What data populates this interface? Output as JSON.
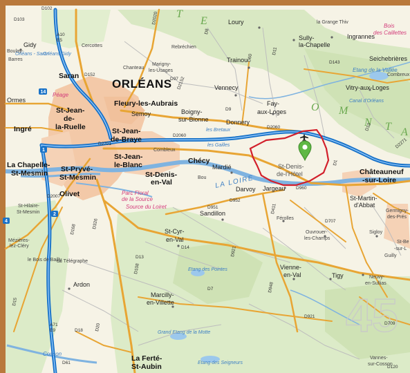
{
  "map": {
    "department_number": "45",
    "marker": {
      "name": "location-pin",
      "color": "#5fb844"
    },
    "airfield_icon": "airplane-icon",
    "highlight_color": "#d21f2b",
    "motorway_color": "#1a73c8",
    "main_road_color": "#e8a534",
    "towns": {
      "orleans": "ORLÉANS",
      "saran": "Saran",
      "fleury": "Fleury-les-Aubrais",
      "stjean_ruelle_1": "St-Jean-",
      "stjean_ruelle_2": "de-",
      "stjean_ruelle_3": "la-Ruelle",
      "stjean_braye_1": "St-Jean-",
      "stjean_braye_2": "de-Braye",
      "stjean_blanc_1": "St-Jean-",
      "stjean_blanc_2": "le-Blanc",
      "stdenis_val_1": "St-Denis-",
      "stdenis_val_2": "en-Val",
      "chapelle_1": "La Chapelle-",
      "chapelle_2": "St-Mesmin",
      "stpryve_1": "St-Pryvé-",
      "stpryve_2": "St-Mesmin",
      "ingre": "Ingré",
      "olivet": "Olivet",
      "checy": "Chécy",
      "chateauneuf_1": "Châteauneuf",
      "chateauneuf_2": "-sur-Loire",
      "la_ferte_1": "La Ferté-",
      "la_ferte_2": "St-Aubin",
      "vennecy": "Vennecy",
      "trainou": "Trainou",
      "loury": "Loury",
      "gidy": "Gidy",
      "ormes": "Ormes",
      "semoy": "Semoy",
      "boigny_1": "Boigny-",
      "boigny_2": "sur-Bionne",
      "donnery": "Donnery",
      "fay_1": "Fay-",
      "fay_2": "aux-Loges",
      "vitry": "Vitry-aux-Loges",
      "mardie": "Mardié",
      "darvoy": "Darvoy",
      "jargeau": "Jargeau",
      "sandillon": "Sandillon",
      "stcyr_1": "St-Cyr-",
      "stcyr_2": "en-Val",
      "marcilly_1": "Marcilly-",
      "marcilly_2": "en-Villette",
      "vienne_1": "Vienne-",
      "vienne_2": "en-Val",
      "tigy": "Tigy",
      "ardon": "Ardon",
      "stmartin_1": "St-Martin-",
      "stmartin_2": "d'Abbat",
      "ingrannes": "Ingrannes",
      "sully_1": "Sully-",
      "sully_2": "la-Chapelle",
      "seichebrieres": "Seichebrières",
      "cercottes": "Cercottes",
      "rebrechien": "Rebréchien",
      "chanteau": "Chanteau",
      "marigny_1": "Marigny-",
      "marigny_2": "les-Usages",
      "combleux": "Combleux",
      "bou": "Bou",
      "ferolles": "Férolles",
      "ouvrouer_1": "Ouvrouer-",
      "ouvrouer_2": "les-Champs",
      "sigloy": "Sigloy",
      "guilly": "Guilly",
      "neuvy_1": "Neuvy-",
      "neuvy_2": "en-Sullias",
      "vannes_1": "Vannes-",
      "vannes_2": "sur-Cosson",
      "sthilaire_1": "St-Hilaire-",
      "sthilaire_2": "St-Mesmin",
      "germigny_1": "Germigny-",
      "germigny_2": "des-Prés",
      "combreux": "Combreux",
      "ormes_barres": "Barres",
      "boulay": "Boulay-",
      "mezieres_1": "Mézières-",
      "mezieres_2": "lez-Cléry",
      "stbenoit_1": "St-Be",
      "stbenoit_2": "-sur-L",
      "stdenis_hotel_1": "St-Denis-",
      "stdenis_hotel_2": "de-l'Hôtel",
      "bois_bailly": "le Bois de Bailly",
      "bois_telegraphe": "du Télégraphe",
      "grande_ferte": "la Grange Thiv"
    },
    "water": {
      "loire": "LA LOIRE",
      "etang_vallee": "Etang de la Vallée",
      "canal": "Canal d'Orléans",
      "etang_pointes": "Etang des Pointes",
      "grand_etang": "Grand Etang de la Motte",
      "etang_seigneurs": "Etang des Seigneurs",
      "cosson": "Cosson",
      "orleans_saran": "Orléans - Saran",
      "orleans_gidy": "Orléans Gidy",
      "bretaux": "les Bretaux",
      "gailles": "les Gailles"
    },
    "pink": {
      "parc_floral_1": "Parc Floral",
      "parc_floral_2": "de la Source",
      "source_loiret": "Source du Loiret",
      "bois_cailettes_1": "Bois",
      "bois_cailettes_2": "des Caillettes",
      "peage": "Péage"
    },
    "forest": {
      "foret_1": "T",
      "foret_2": "E",
      "foret_3": "O",
      "foret_4": "M",
      "foret_5": "N",
      "foret_6": "T",
      "foret_7": "A"
    },
    "roads": {
      "a10": "A10",
      "e5": "E5",
      "a71": "A71",
      "e9": "E9",
      "d2060": "D2060",
      "d960": "D960",
      "d952": "D952",
      "d951": "D951",
      "d2020": "D2020",
      "d2152": "D2152",
      "d7": "D7",
      "d14": "D14",
      "d13": "D13",
      "d921": "D921",
      "d948": "D948",
      "d326": "D326",
      "d18": "D18",
      "d709": "D709",
      "d120": "D120",
      "d108": "D108",
      "d143": "D143",
      "d11": "D11",
      "d10": "D10",
      "d2271": "D2271",
      "d15": "D15",
      "d168": "D168",
      "d103": "D103",
      "d61": "D61",
      "d411": "D411",
      "d707": "D707",
      "d2007": "D2007",
      "d60": "D60",
      "d20": "D20",
      "d921b": "D921",
      "d102": "D102",
      "d97": "D97",
      "d8": "D8",
      "d9": "D9",
      "d2701": "D2701",
      "d1": "D1",
      "d152": "D152",
      "d2060b": "D2060"
    },
    "junctions": {
      "j14": "14",
      "j1": "1",
      "j2": "2",
      "j4": "4"
    }
  }
}
